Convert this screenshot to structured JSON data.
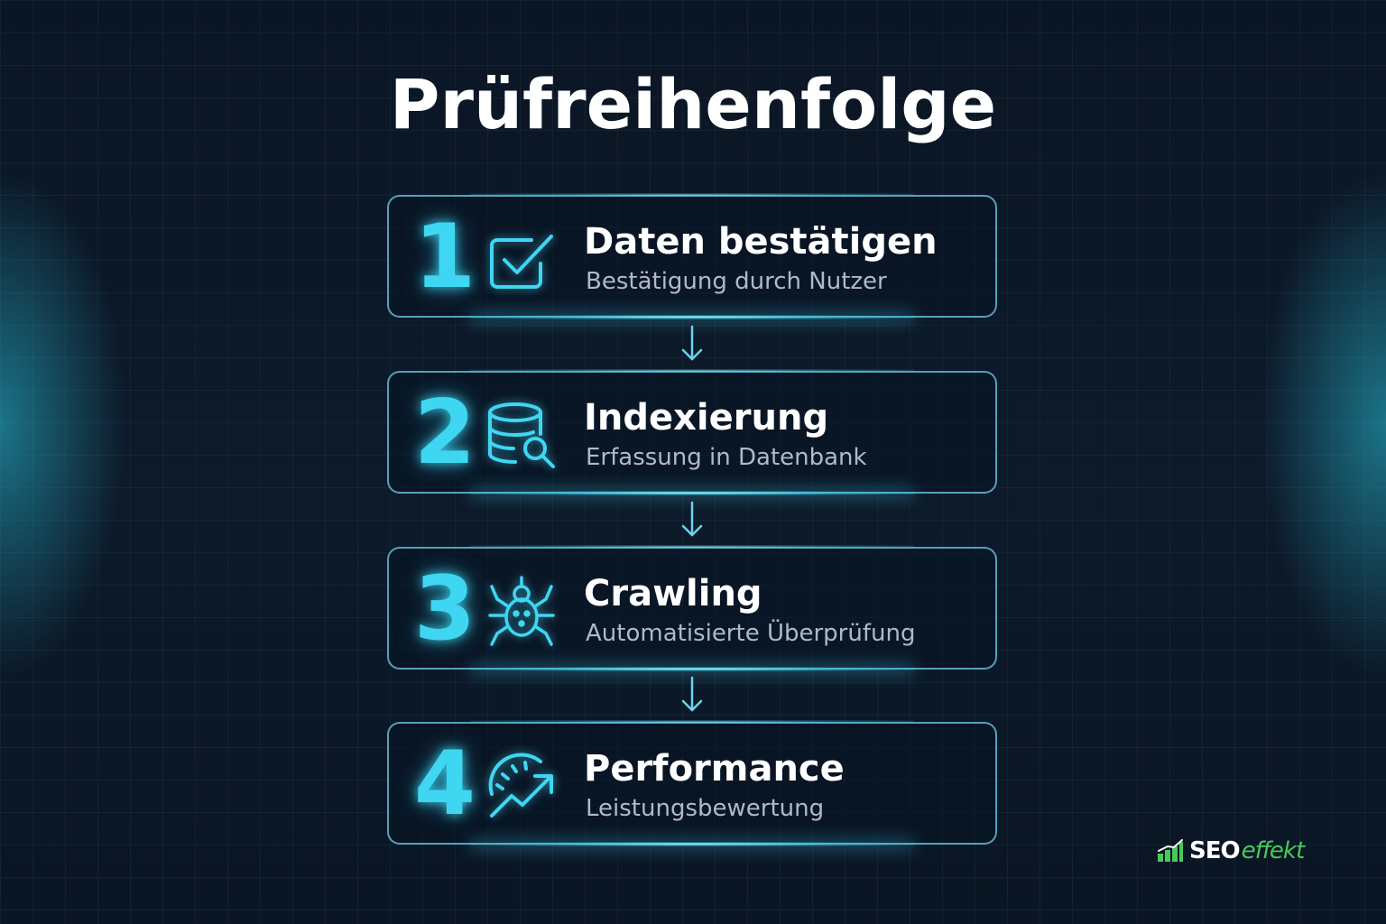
{
  "title": "Prüfreihenfolge",
  "steps": [
    {
      "number": "1",
      "title": "Daten bestätigen",
      "subtitle": "Bestätigung durch Nutzer",
      "icon": "checkbox-icon"
    },
    {
      "number": "2",
      "title": "Indexierung",
      "subtitle": "Erfassung in Datenbank",
      "icon": "database-search-icon"
    },
    {
      "number": "3",
      "title": "Crawling",
      "subtitle": "Automatisierte Überprüfung",
      "icon": "spider-icon"
    },
    {
      "number": "4",
      "title": "Performance",
      "subtitle": "Leistungsbewertung",
      "icon": "gauge-trend-icon"
    }
  ],
  "brand": {
    "part1": "SEO",
    "part2": "effekt",
    "icon": "bar-chart-logo-icon"
  },
  "colors": {
    "background": "#0c1726",
    "accent": "#3fd6f2",
    "card_border": "#6ed2eb",
    "title_text": "#ffffff",
    "subtitle_text": "#b0bac6",
    "brand_green": "#48c95a"
  }
}
